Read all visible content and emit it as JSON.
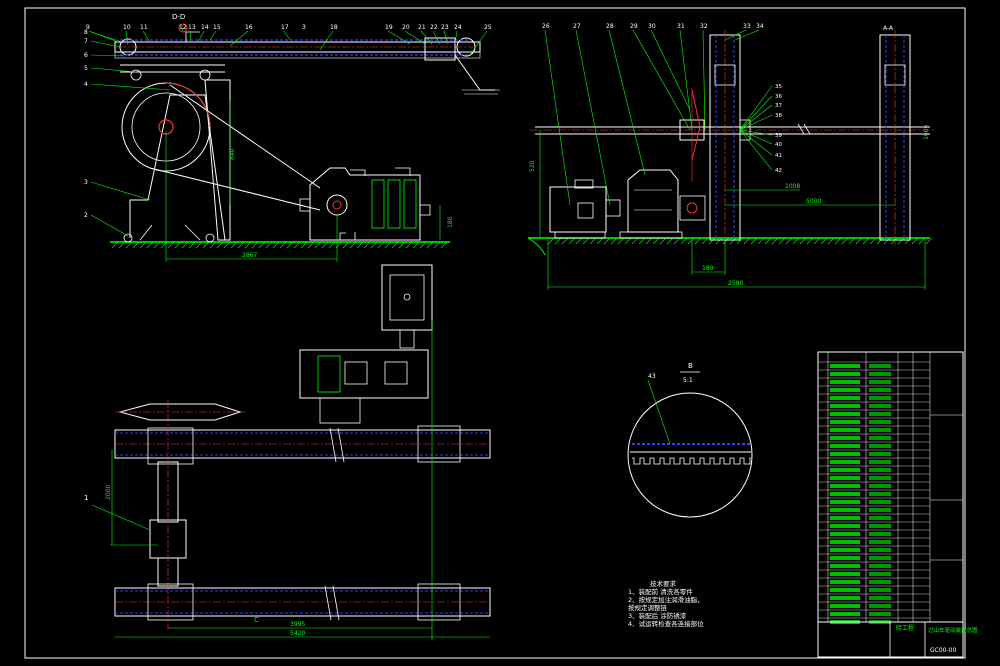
{
  "colors": {
    "background": "#000000",
    "frame": "#ffffff",
    "outline": "#ffffff",
    "leader": "#00ff00",
    "dimension": "#00ff00",
    "center_line": "#ff3030",
    "hidden_line": "#3a3aff",
    "ground": "#00ff00"
  },
  "part_numbers_top_left": [
    "9",
    "10",
    "11",
    "12",
    "13",
    "14",
    "15",
    "16",
    "17",
    "18",
    "19",
    "20",
    "21",
    "22",
    "23",
    "24",
    "25"
  ],
  "part_numbers_left_side": [
    "8",
    "7",
    "6",
    "5",
    "4",
    "3",
    "2"
  ],
  "section_mark_top": "D-D",
  "part_number_mid_top": "3",
  "part_numbers_top_right": [
    "26",
    "27",
    "28",
    "29",
    "30",
    "31",
    "32",
    "33",
    "34"
  ],
  "section_mark_right": "A-A",
  "part_numbers_right_side": [
    "35",
    "36",
    "37",
    "38",
    "39",
    "40",
    "41",
    "42"
  ],
  "dimensions": {
    "front_span": "2867",
    "front_height": "840",
    "gearbox_height": "180",
    "side_total": "2580",
    "side_offset": "180",
    "side_1": "1008",
    "side_2": "5000",
    "side_left_vertical": "520",
    "side_right_vertical": "1600",
    "plan_vertical": "2000",
    "plan_span_1": "3995",
    "plan_span_2": "5420"
  },
  "plan_part_label": "1",
  "plan_section_label": "C",
  "detail_mark": "B",
  "detail_scale": "5:1",
  "detail_part_label": "43",
  "tech_requirements": {
    "title": "技术要求",
    "items": [
      "1、装配前 清洗各零件",
      "2、按规定加注润滑油脂，",
      "   按规定调整链",
      "3、装配后 涂防锈漆",
      "4、试运转检查各连接部位"
    ]
  },
  "title_block": {
    "school": "哈工程",
    "drawing_title": "过山车驱动装置总图",
    "drawing_code": "GC00-00"
  }
}
